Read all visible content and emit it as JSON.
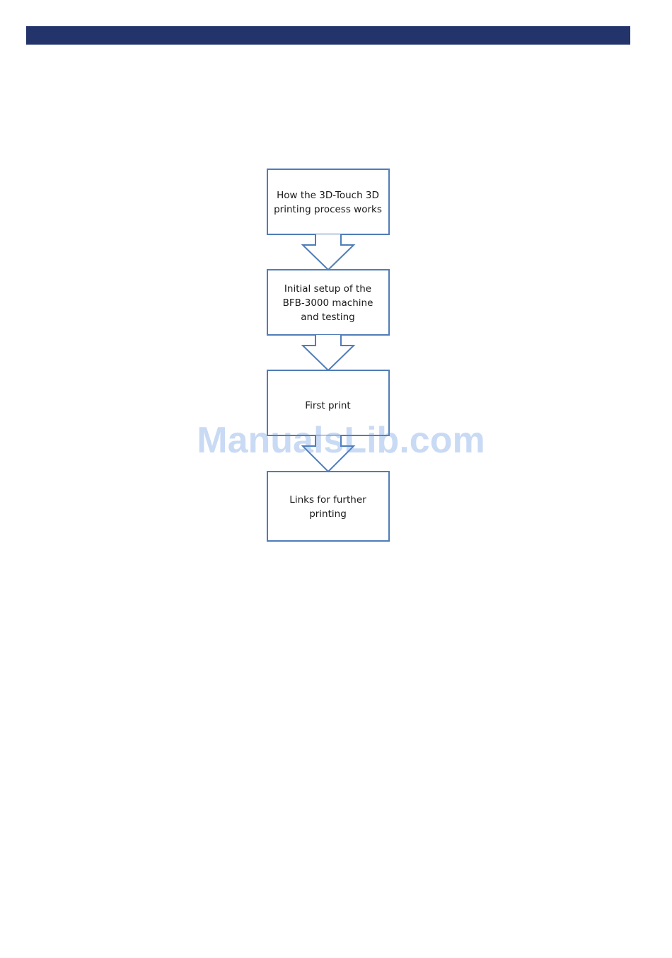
{
  "colors": {
    "header_bar": "#22346a",
    "box_stroke": "#4f7db8",
    "watermark": "#5b8fe0"
  },
  "flowchart": {
    "steps": [
      {
        "label": "How the 3D-Touch 3D printing process works"
      },
      {
        "label": "Initial setup of the BFB-3000 machine and testing"
      },
      {
        "label": "First print"
      },
      {
        "label": "Links for further printing"
      }
    ]
  },
  "watermark": {
    "text": "ManualsLib.com"
  }
}
